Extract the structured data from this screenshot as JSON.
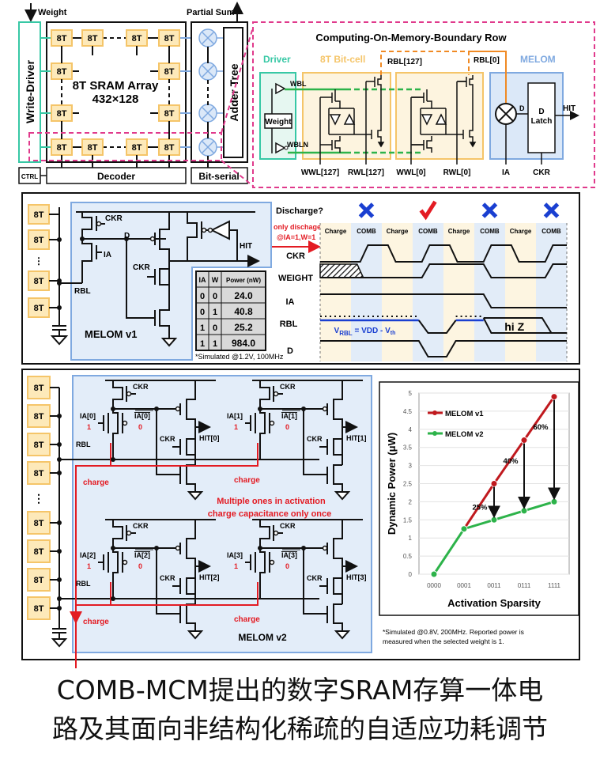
{
  "top_left": {
    "weight_label": "Weight",
    "partial_sum_label": "Partial Sum",
    "write_driver": "Write-Driver",
    "cell_label": "8T",
    "array_title": "8T SRAM Array",
    "array_size": "432×128",
    "adder_tree": "Adder Tree",
    "ctrl": "CTRL",
    "decoder": "Decoder",
    "bit_serial": "Bit-serial"
  },
  "top_right": {
    "title": "Computing-On-Memory-Boundary Row",
    "driver": "Driver",
    "bitcell": "8T Bit-cell",
    "melom": "MELOM",
    "rbl127": "RBL[127]",
    "rbl0": "RBL[0]",
    "wbl": "WBL",
    "wbln": "WBLN",
    "weight": "Weight",
    "wwl127": "WWL[127]",
    "rwl127": "RWL[127]",
    "wwl0": "WWL[0]",
    "rwl0": "RWL[0]",
    "ia": "IA",
    "ckr": "CKR",
    "d": "D",
    "d_latch_1": "D",
    "d_latch_2": "Latch",
    "hit": "HIT"
  },
  "mid": {
    "cell_label": "8T",
    "ckr": "CKR",
    "ia": "IA",
    "d": "D",
    "hit": "HIT",
    "rbl": "RBL",
    "melom_v1": "MELOM v1",
    "table": {
      "headers": [
        "IA",
        "W",
        "Power (nW)"
      ],
      "rows": [
        [
          "0",
          "0",
          "24.0"
        ],
        [
          "0",
          "1",
          "40.8"
        ],
        [
          "1",
          "0",
          "25.2"
        ],
        [
          "1",
          "1",
          "984.0"
        ]
      ]
    },
    "sim_note": "*Simulated @1.2V, 100MHz",
    "discharge_q": "Discharge?",
    "only_discharge_1": "only dischage",
    "only_discharge_2": "@IA=1,W=1",
    "phases": [
      "Charge",
      "COMB",
      "Charge",
      "COMB",
      "Charge",
      "COMB",
      "Charge",
      "COMB"
    ],
    "discharge_marks": [
      "cross",
      "check",
      "cross",
      "cross"
    ],
    "signals": [
      "CKR",
      "WEIGHT",
      "IA",
      "RBL",
      "D"
    ],
    "vrbl": "V",
    "vrbl_sub": "RBL",
    "vrbl_eq": " = VDD - V",
    "vrbl_th": "th",
    "hiz": "hi Z"
  },
  "bottom": {
    "cell_label": "8T",
    "ckr": "CKR",
    "rbl": "RBL",
    "charge": "charge",
    "one": "1",
    "zero": "0",
    "units": [
      {
        "ia": "IA[0]",
        "ian": "IA[0]",
        "hit": "HIT[0]"
      },
      {
        "ia": "IA[1]",
        "ian": "IA[1]",
        "hit": "HIT[1]"
      },
      {
        "ia": "IA[2]",
        "ian": "IA[2]",
        "hit": "HIT[2]"
      },
      {
        "ia": "IA[3]",
        "ian": "IA[3]",
        "hit": "HIT[3]"
      }
    ],
    "note_1": "Multiple ones in activation",
    "note_2": "charge capacitance only once",
    "melom_v2": "MELOM v2",
    "sim_note_1": "*Simulated @0.8V, 200MHz. Reported power is",
    "sim_note_2": "measured when the selected weight is 1."
  },
  "chart_data": {
    "type": "line",
    "title": "",
    "xlabel": "Activation Sparsity",
    "ylabel": "Dynamic Power (μW)",
    "categories": [
      "0000",
      "0001",
      "0011",
      "0111",
      "1111"
    ],
    "ylim": [
      0,
      5
    ],
    "yticks": [
      "0",
      "0.5",
      "1",
      "1.5",
      "2",
      "2.5",
      "3",
      "3.5",
      "4",
      "4.5",
      "5"
    ],
    "grid": true,
    "legend": "top-left",
    "series": [
      {
        "name": "MELOM v1",
        "color": "#c0191e",
        "values": [
          null,
          1.25,
          2.5,
          3.7,
          4.9
        ]
      },
      {
        "name": "MELOM v2",
        "color": "#2db34a",
        "values": [
          0,
          1.25,
          1.5,
          1.75,
          2.0
        ]
      }
    ],
    "annotations": [
      {
        "category": "0011",
        "text": "25%"
      },
      {
        "category": "0111",
        "text": "40%"
      },
      {
        "category": "1111",
        "text": "60%"
      }
    ]
  },
  "caption": {
    "line1": "COMB-MCM提出的数字SRAM存算一体电",
    "line2": "路及其面向非结构化稀疏的自适应功耗调节"
  }
}
